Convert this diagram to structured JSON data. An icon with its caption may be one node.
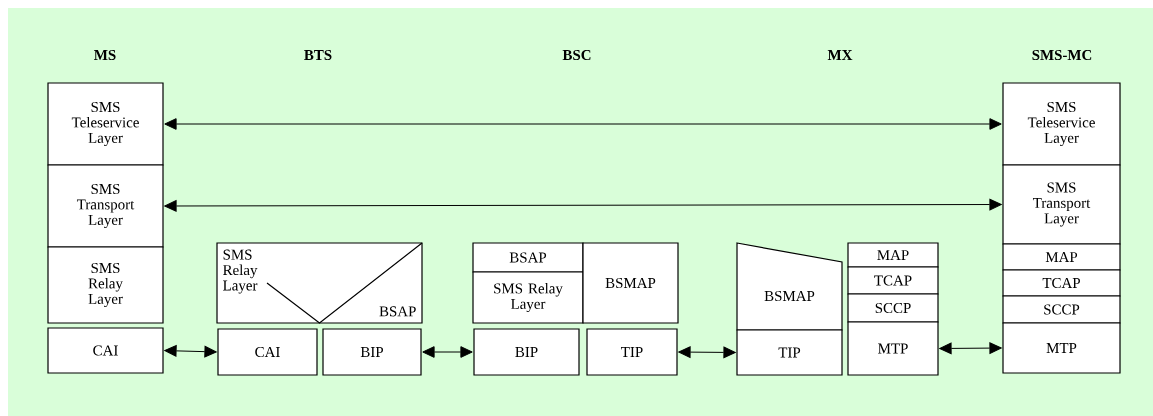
{
  "diagram": {
    "nodes": [
      {
        "text": [
          "SMS Teleservice Layer"
        ]
      },
      {
        "text": [
          "SMS Transport Layer"
        ]
      },
      {
        "text": [
          "SMS Relay Layer"
        ]
      },
      {
        "text": [
          "CAI"
        ]
      },
      {
        "text": [
          "SMS Relay Layer",
          "BSAP"
        ]
      },
      {
        "text": [
          "CAI"
        ]
      },
      {
        "text": [
          "BIP"
        ]
      },
      {
        "text": [
          "BSAP"
        ]
      },
      {
        "text": [
          "SMS Relay Layer"
        ]
      },
      {
        "text": [
          "BSMAP"
        ]
      },
      {
        "text": [
          "BIP"
        ]
      },
      {
        "text": [
          "TIP"
        ]
      },
      {
        "text": [
          "BSMAP"
        ]
      },
      {
        "text": [
          "TIP"
        ]
      },
      {
        "text": [
          "MAP"
        ]
      },
      {
        "text": [
          "TCAP"
        ]
      },
      {
        "text": [
          "SCCP"
        ]
      },
      {
        "text": [
          "MTP"
        ]
      },
      {
        "text": [
          "SMS Teleservice Layer"
        ]
      },
      {
        "text": [
          "SMS Transport Layer"
        ]
      },
      {
        "text": [
          "MAP"
        ]
      },
      {
        "text": [
          "TCAP"
        ]
      },
      {
        "text": [
          "SCCP"
        ]
      },
      {
        "text": [
          "MTP"
        ]
      }
    ],
    "edges": [
      {
        "from": 0,
        "to": 18,
        "arrow": "both"
      },
      {
        "from": 1,
        "to": 19,
        "arrow": "both"
      },
      {
        "from": 3,
        "to": 5,
        "arrow": "both"
      },
      {
        "from": 6,
        "to": 10,
        "arrow": "both"
      },
      {
        "from": 11,
        "to": 13,
        "arrow": "both"
      },
      {
        "from": 17,
        "to": 23,
        "arrow": "both"
      }
    ],
    "labels": [
      "MS",
      "BTS",
      "BSC",
      "MX",
      "SMS-MC"
    ]
  }
}
